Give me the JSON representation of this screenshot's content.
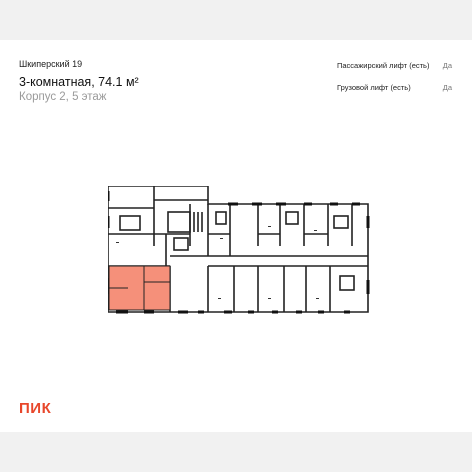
{
  "header": {
    "project_name": "Шкиперский 19",
    "apartment_title": "3-комнатная, 74.1 м²",
    "apartment_location": "Корпус 2, 5 этаж"
  },
  "features": [
    {
      "label": "Пассажирский лифт (есть)",
      "value": "Да"
    },
    {
      "label": "Грузовой лифт (есть)",
      "value": "Да"
    }
  ],
  "floor_plan": {
    "highlight_color": "#f5907a"
  },
  "brand": {
    "logo_text": "ПИК",
    "logo_color": "#e8472b"
  }
}
